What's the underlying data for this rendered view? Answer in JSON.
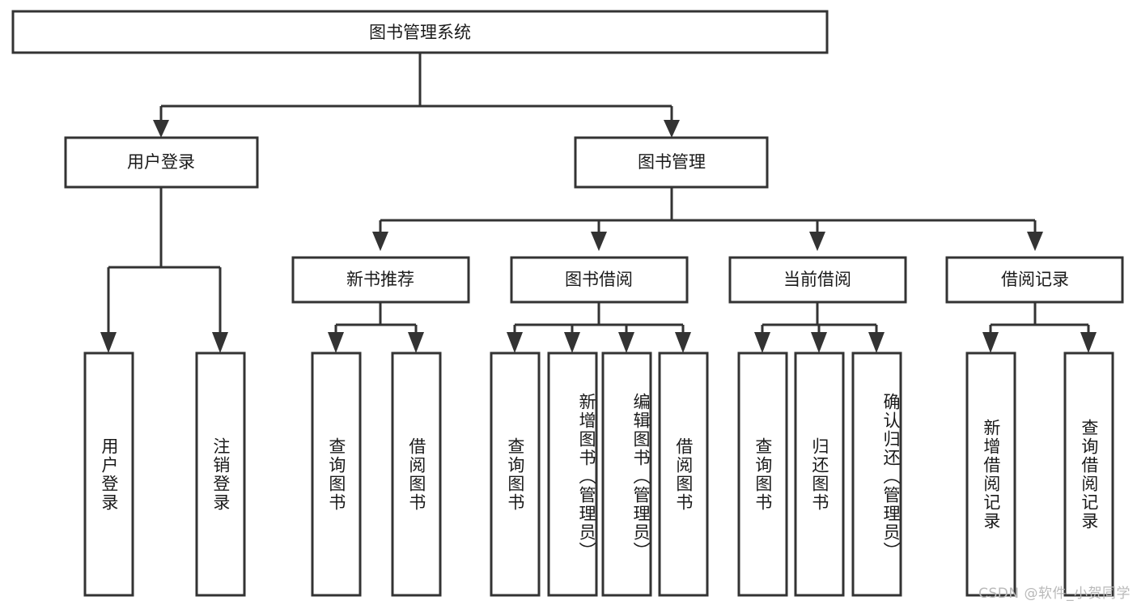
{
  "diagram": {
    "title": "图书管理系统",
    "type": "tree-hierarchy-diagram",
    "colors": {
      "box_fill": "#ffffff",
      "box_stroke": "#333333",
      "text": "#1a1a1a",
      "background": "#ffffff",
      "watermark": "#b9b9b9"
    },
    "root": {
      "label": "图书管理系统"
    },
    "level2": [
      {
        "label": "用户登录"
      },
      {
        "label": "图书管理"
      }
    ],
    "level3": [
      {
        "label": "新书推荐"
      },
      {
        "label": "图书借阅"
      },
      {
        "label": "当前借阅"
      },
      {
        "label": "借阅记录"
      }
    ],
    "leaves": {
      "user_login": [
        {
          "label": "用户登录"
        },
        {
          "label": "注销登录"
        }
      ],
      "new_book_recommend": [
        {
          "label": "查询图书"
        },
        {
          "label": "借阅图书"
        }
      ],
      "book_borrow": [
        {
          "label": "查询图书"
        },
        {
          "label": "新增图书（管理员）"
        },
        {
          "label": "编辑图书（管理员）"
        },
        {
          "label": "借阅图书"
        }
      ],
      "current_borrow": [
        {
          "label": "查询图书"
        },
        {
          "label": "归还图书"
        },
        {
          "label": "确认归还（管理员）"
        }
      ],
      "borrow_records": [
        {
          "label": "新增借阅记录"
        },
        {
          "label": "查询借阅记录"
        }
      ]
    }
  },
  "watermark": {
    "text": "CSDN @软件_小贺同学"
  }
}
